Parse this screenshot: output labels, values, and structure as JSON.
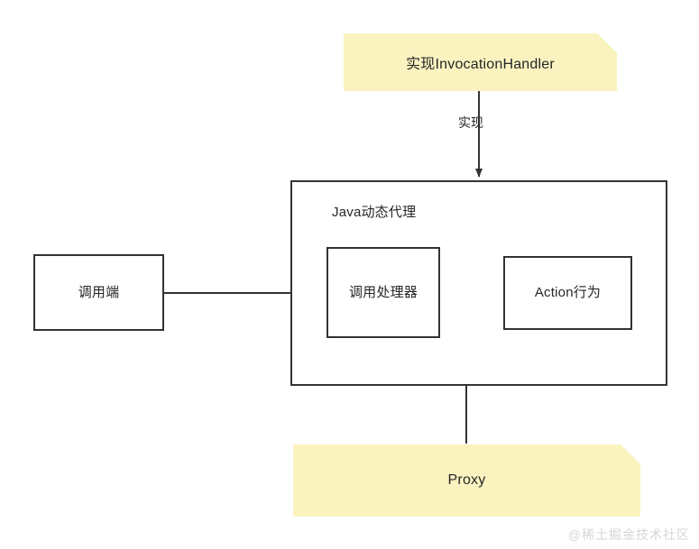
{
  "diagram": {
    "type": "flowchart",
    "background_color": "#ffffff",
    "stroke_color": "#333333",
    "note_color": "#faf3c0",
    "note_fold_color": "#ddd08a",
    "text_color": "#262626"
  },
  "notes": {
    "top": {
      "label": "实现InvocationHandler"
    },
    "bottom": {
      "label": "Proxy"
    }
  },
  "container": {
    "title": "Java动态代理"
  },
  "boxes": {
    "caller": {
      "label": "调用端"
    },
    "handler": {
      "label": "调用处理器"
    },
    "action": {
      "label": "Action行为"
    }
  },
  "edges": {
    "implement": {
      "label": "实现",
      "from": "实现InvocationHandler",
      "to": "Java动态代理"
    },
    "caller_to_handler": {
      "label": "",
      "from": "调用端",
      "to": "调用处理器"
    },
    "handler_to_action": {
      "label": "",
      "from": "调用处理器",
      "to": "Action行为"
    },
    "proxy_to_handler": {
      "label": "",
      "from": "Proxy",
      "to": "调用处理器"
    }
  },
  "watermark": {
    "text": "@稀土掘金技术社区"
  }
}
